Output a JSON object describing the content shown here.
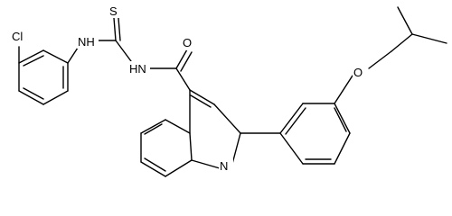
{
  "molecule": {
    "atoms": {
      "cl": "Cl",
      "nh_left": "NH",
      "s": "S",
      "hn_mid": "HN",
      "o_carbonyl": "O",
      "o_ether": "O",
      "n_ring": "N"
    }
  }
}
